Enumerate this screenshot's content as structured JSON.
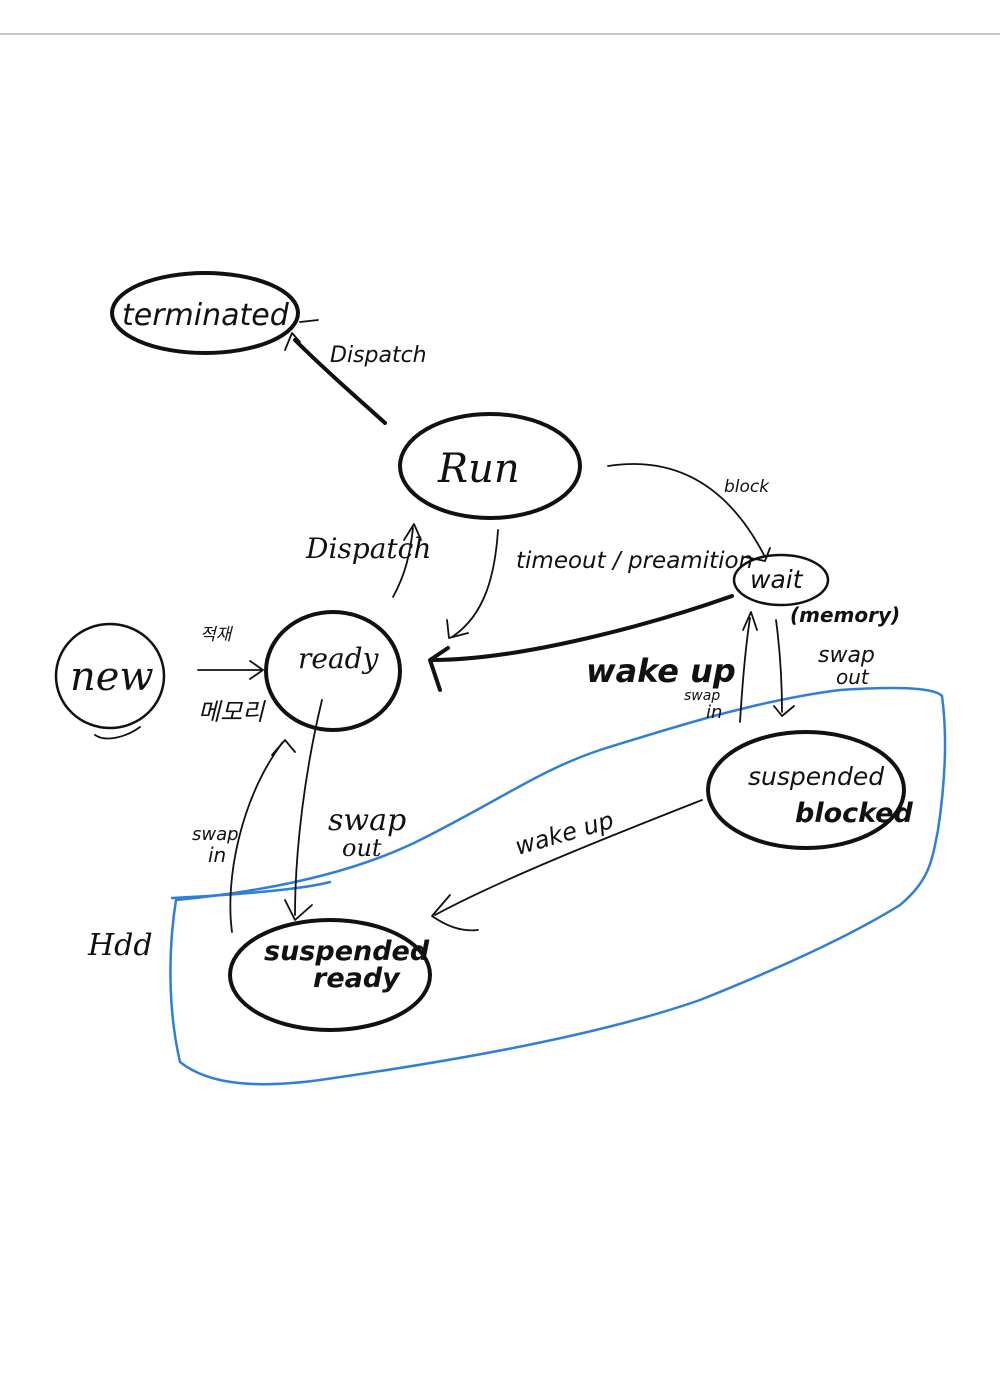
{
  "diagram": {
    "states": {
      "terminated": "terminated",
      "run": "Run",
      "new": "new",
      "ready": "ready",
      "wait": "wait",
      "suspended_blocked_line1": "suspended",
      "suspended_blocked_line2": "blocked",
      "suspended_ready_line1": "suspended",
      "suspended_ready_line2": "ready"
    },
    "transitions": {
      "run_to_terminated": "Dispatch",
      "ready_to_run": "Dispatch",
      "run_to_ready": "timeout / preamition",
      "run_to_wait": "block",
      "wait_to_ready": "wake up",
      "new_to_ready_top": "적재",
      "new_to_ready_bottom": "메모리",
      "wait_note": "(memory)",
      "wait_swap_out_line1": "swap",
      "wait_swap_out_line2": "out",
      "blocked_swap_in_line1": "swap",
      "blocked_swap_in_line2": "in",
      "ready_swap_out_line1": "swap",
      "ready_swap_out_line2": "out",
      "suspended_swap_in_line1": "swap",
      "suspended_swap_in_line2": "in",
      "suspended_wake_up": "wake up"
    },
    "region_label": "Hdd",
    "colors": {
      "ink": "#111111",
      "region": "#2f7fd8",
      "rule": "#a9b6c6"
    }
  }
}
